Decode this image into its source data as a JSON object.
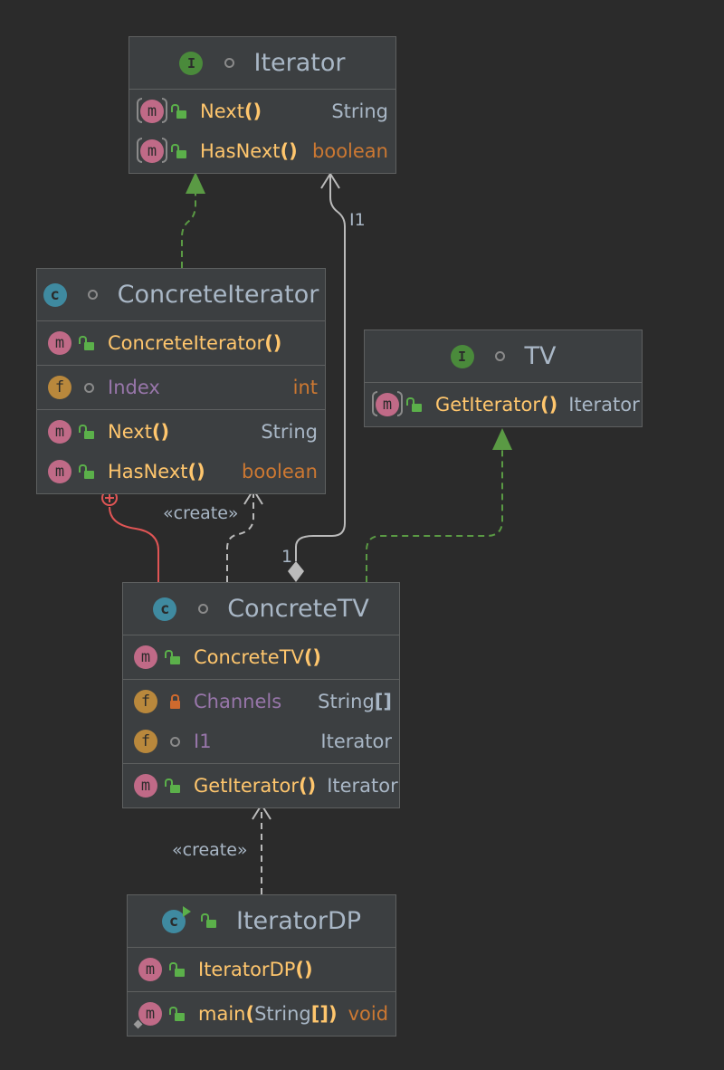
{
  "diagram": {
    "edge_labels": {
      "iterator_ref_name": "I1",
      "iterator_ref_multiplicity": "1",
      "create_concrete_iterator": "«create»",
      "create_concrete_tv": "«create»"
    },
    "classes": {
      "iterator": {
        "kind": "interface",
        "kind_badge": "I",
        "name": "Iterator",
        "methods": [
          {
            "badge": "m",
            "name": "Next",
            "parens": "()",
            "type": "String"
          },
          {
            "badge": "m",
            "name": "HasNext",
            "parens": "()",
            "type": "boolean"
          }
        ]
      },
      "concrete_iterator": {
        "kind": "class",
        "kind_badge": "c",
        "name": "ConcreteIterator",
        "constructor": {
          "badge": "m",
          "name": "ConcreteIterator",
          "parens": "()"
        },
        "fields": [
          {
            "badge": "f",
            "name": "Index",
            "type": "int"
          }
        ],
        "methods": [
          {
            "badge": "m",
            "name": "Next",
            "parens": "()",
            "type": "String"
          },
          {
            "badge": "m",
            "name": "HasNext",
            "parens": "()",
            "type": "boolean"
          }
        ]
      },
      "tv": {
        "kind": "interface",
        "kind_badge": "I",
        "name": "TV",
        "methods": [
          {
            "badge": "m",
            "name": "GetIterator",
            "parens": "()",
            "type": "Iterator"
          }
        ]
      },
      "concrete_tv": {
        "kind": "class",
        "kind_badge": "c",
        "name": "ConcreteTV",
        "constructor": {
          "badge": "m",
          "name": "ConcreteTV",
          "parens": "()"
        },
        "fields": [
          {
            "badge": "f",
            "name": "Channels",
            "type": "String",
            "type_suffix": "[]"
          },
          {
            "badge": "f",
            "name": "I1",
            "type": "Iterator"
          }
        ],
        "methods": [
          {
            "badge": "m",
            "name": "GetIterator",
            "parens": "()",
            "type": "Iterator"
          }
        ]
      },
      "iterator_dp": {
        "kind": "class",
        "kind_badge": "c",
        "name": "IteratorDP",
        "constructor": {
          "badge": "m",
          "name": "IteratorDP",
          "parens": "()"
        },
        "methods": [
          {
            "badge": "m",
            "name": "main",
            "param_open": "(",
            "param": "String",
            "param_suffix": "[]",
            "param_close": ")",
            "type": "void"
          }
        ]
      }
    },
    "colors": {
      "background": "#2b2b2b",
      "box_fill": "#3c3f41",
      "implements_edge": "#5a9a44",
      "inner_class_edge": "#e05555",
      "dependency_edge": "#bbbbbb",
      "method_name": "#ffc66d",
      "field_name": "#9876aa",
      "keyword_type": "#cc7832"
    }
  }
}
